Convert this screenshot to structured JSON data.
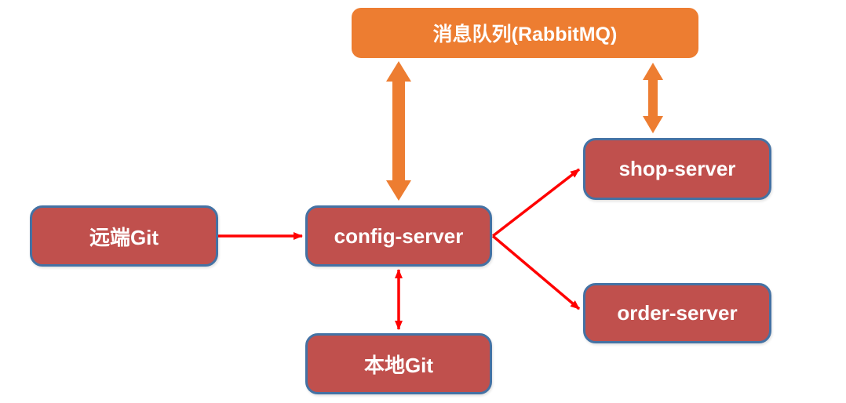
{
  "diagram": {
    "nodes": {
      "queue": {
        "label": "消息队列(RabbitMQ)"
      },
      "remote_git": {
        "label": "远端Git"
      },
      "config_server": {
        "label": "config-server"
      },
      "local_git": {
        "label": "本地Git"
      },
      "shop_server": {
        "label": "shop-server"
      },
      "order_server": {
        "label": "order-server"
      }
    },
    "edges": [
      {
        "from": "queue",
        "to": "config_server",
        "style": "orange-block-arrow",
        "bidirectional": true
      },
      {
        "from": "queue",
        "to": "shop_server",
        "style": "orange-block-arrow",
        "bidirectional": true
      },
      {
        "from": "remote_git",
        "to": "config_server",
        "style": "red-line-arrow",
        "bidirectional": false
      },
      {
        "from": "config_server",
        "to": "local_git",
        "style": "red-line-arrow",
        "bidirectional": true
      },
      {
        "from": "config_server",
        "to": "shop_server",
        "style": "red-line-arrow",
        "bidirectional": false
      },
      {
        "from": "config_server",
        "to": "order_server",
        "style": "red-line-arrow",
        "bidirectional": false
      }
    ],
    "colors": {
      "queue_fill": "#ED7D31",
      "node_fill": "#C0504D",
      "node_border": "#4472A4",
      "arrow_orange": "#ED7D31",
      "arrow_red": "#FF0000",
      "text": "#FFFFFF"
    }
  }
}
